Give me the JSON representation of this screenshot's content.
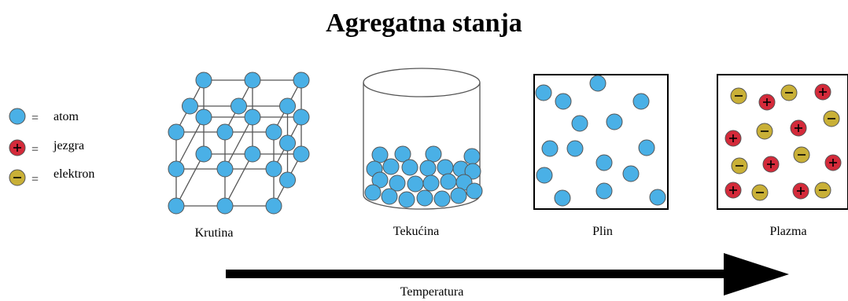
{
  "title": "Agregatna stanja",
  "legend": [
    {
      "symbol": "atom-particle",
      "equals": "=",
      "label": "atom"
    },
    {
      "symbol": "nucleus-particle",
      "equals": "=",
      "label": "jezgra"
    },
    {
      "symbol": "electron-particle",
      "equals": "=",
      "label": "elektron"
    }
  ],
  "states": [
    {
      "id": "solid",
      "label": "Krutina"
    },
    {
      "id": "liquid",
      "label": "Tekućina"
    },
    {
      "id": "gas",
      "label": "Plin"
    },
    {
      "id": "plasma",
      "label": "Plazma"
    }
  ],
  "arrow_label": "Temperatura",
  "colors": {
    "atom": "#4ab0e6",
    "nucleus": "#d42a3a",
    "electron": "#c9b037",
    "outline": "#555555",
    "arrow": "#000000"
  }
}
